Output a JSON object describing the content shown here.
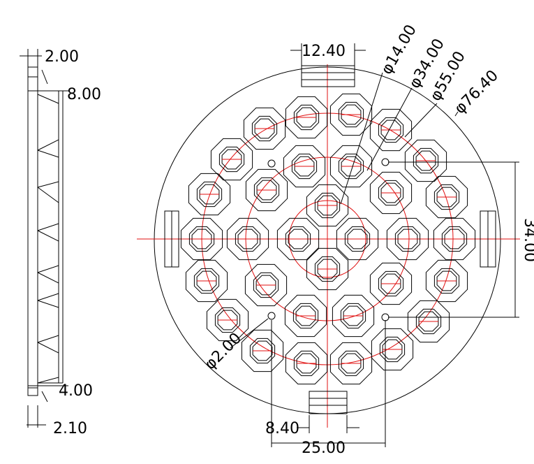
{
  "dimensions": {
    "thk_2_00": "2.00",
    "thk_8_00": "8.00",
    "thk_4_00": "4.00",
    "thk_2_10": "2.10",
    "slot_12_40": "12.40",
    "dia_14_00": "φ14.00",
    "dia_34_00": "φ34.00",
    "dia_55_00": "φ55.00",
    "dia_76_40": "φ76.40",
    "hole_2_00": "φ2.00",
    "height_34_00": "34.00",
    "slot_8_40": "8.40",
    "width_25_00": "25.00"
  },
  "colors": {
    "outline": "#000000",
    "centerline": "#e01010"
  }
}
